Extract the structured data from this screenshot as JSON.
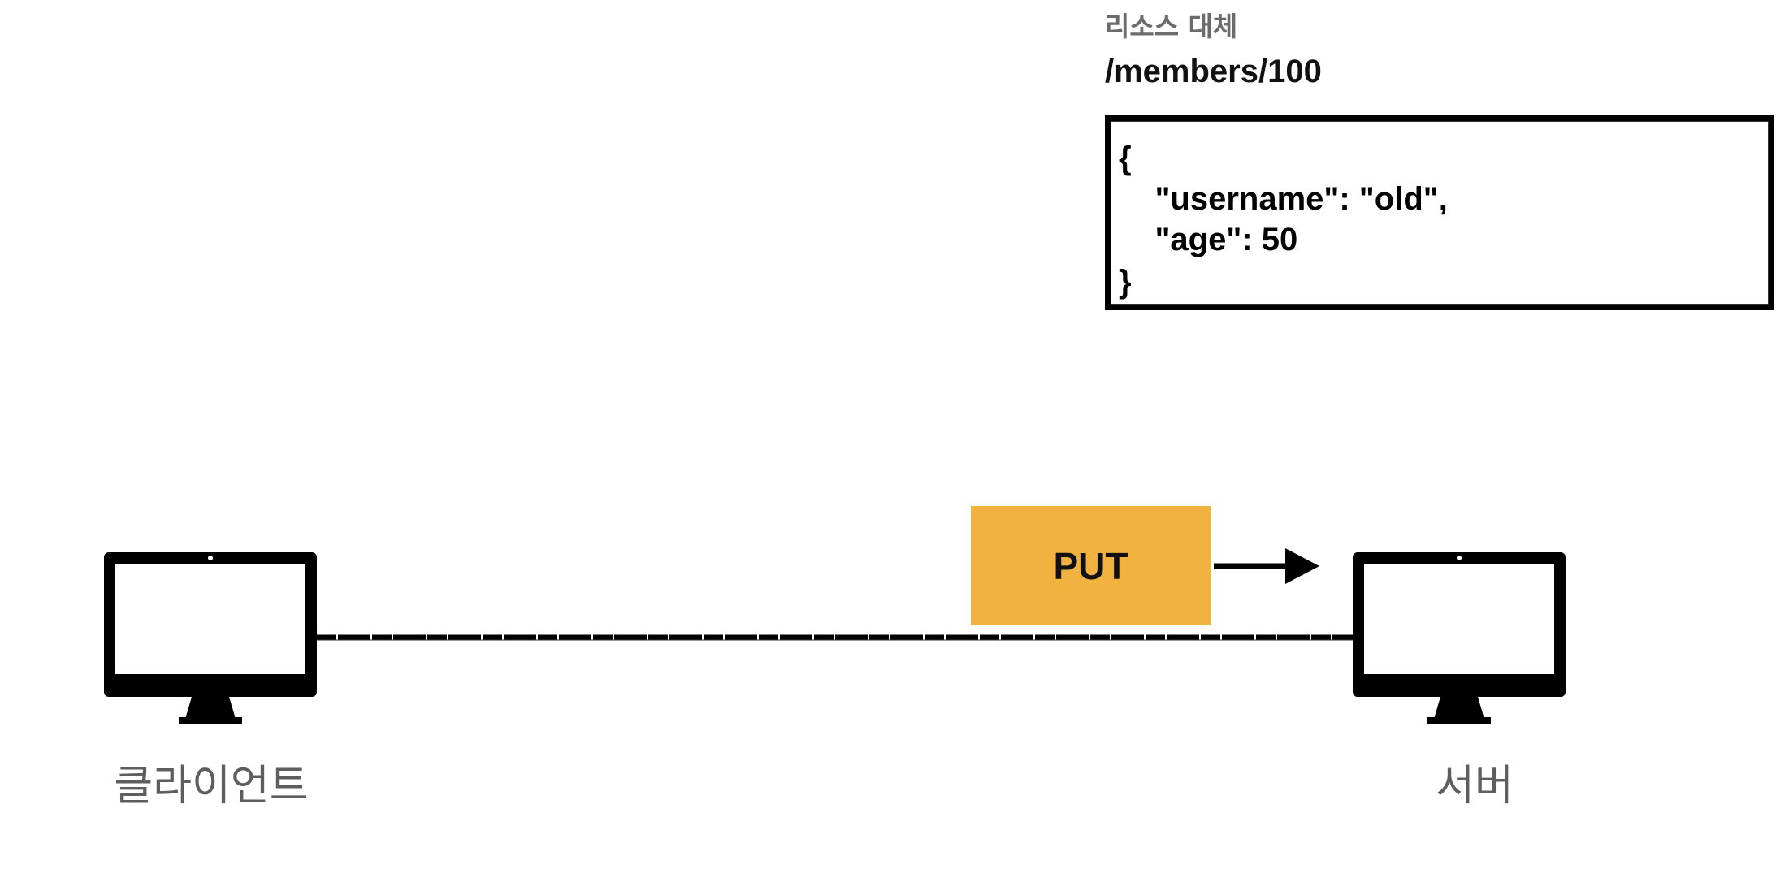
{
  "resource": {
    "caption": "리소스 대체",
    "path": "/members/100",
    "json_lines": [
      "{",
      "    \"username\": \"old\",",
      "    \"age\": 50",
      "}"
    ]
  },
  "request": {
    "method": "PUT",
    "color": "#F1B240"
  },
  "client": {
    "label": "클라이언트",
    "icon": "monitor-icon"
  },
  "server": {
    "label": "서버",
    "icon": "monitor-icon"
  }
}
